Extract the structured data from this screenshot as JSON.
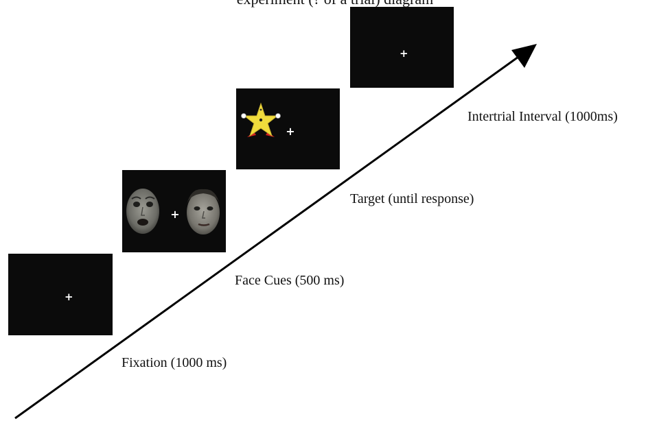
{
  "header_fragment": "experiment (? of a trial) diagram",
  "fixation_symbol": "+",
  "stages": {
    "fixation": {
      "label": "Fixation (1000 ms)"
    },
    "face_cues": {
      "label": "Face Cues (500 ms)"
    },
    "target": {
      "label": "Target (until response)"
    },
    "iti": {
      "label": "Intertrial Interval (1000ms)"
    }
  },
  "colors": {
    "screen_background": "#0b0b0b",
    "fixation_cross": "#ffffff",
    "star_fill": "#f0dc3c",
    "star_feet": "#d02020",
    "arrow": "#000000"
  },
  "icons": {
    "face_left": "fearful-face-icon",
    "face_right": "neutral-face-icon",
    "target": "star-character-icon"
  }
}
